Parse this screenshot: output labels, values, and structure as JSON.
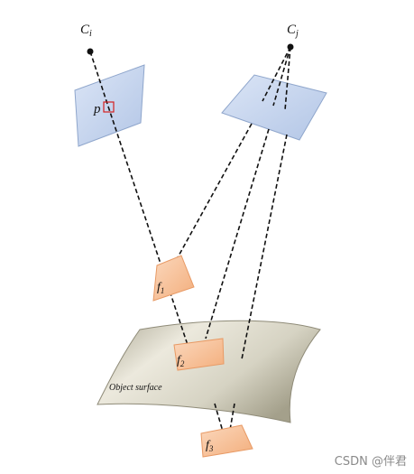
{
  "labels": {
    "camera_i": "C",
    "camera_i_sub": "i",
    "camera_j": "C",
    "camera_j_sub": "j",
    "pixel": "p",
    "patch1": "f",
    "patch1_sub": "1",
    "patch2": "f",
    "patch2_sub": "2",
    "patch3": "f",
    "patch3_sub": "3",
    "surface": "Object surface"
  },
  "watermark": "CSDN @伴君",
  "colors": {
    "image_plane_fill": "#c9d7ef",
    "image_plane_stroke": "#8fa6cc",
    "patch_fill": "#f8c6a0",
    "patch_stroke": "#e89a65",
    "surface_fill": "#c9c5b2",
    "surface_edge": "#8f8b78",
    "ray": "#111111",
    "pixel_box": "#d42020"
  }
}
